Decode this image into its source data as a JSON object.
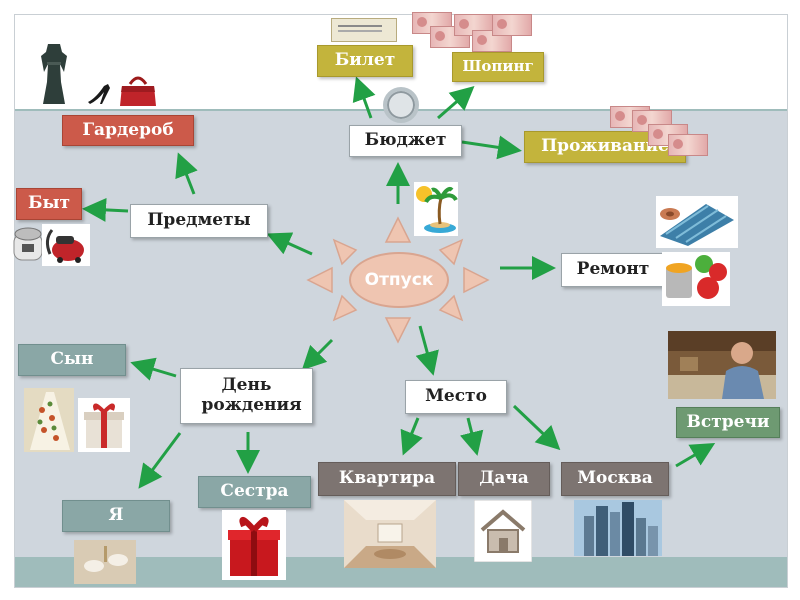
{
  "center": {
    "label": "Отпуск"
  },
  "top": {
    "ticket_label": "Билет",
    "shopping_label": "Шопинг",
    "budget_label": "Бюджет",
    "accommodation_label": "Проживание"
  },
  "left": {
    "wardrobe_label": "Гардероб",
    "household_label": "Быт",
    "items_label": "Предметы"
  },
  "right": {
    "repair_label": "Ремонт",
    "meetings_label": "Встречи"
  },
  "bottom": {
    "son_label": "Сын",
    "birthday_label": "День рождения",
    "sister_label": "Сестра",
    "me_label": "Я",
    "place_label": "Место",
    "apartment_label": "Квартира",
    "dacha_label": "Дача",
    "moscow_label": "Москва"
  },
  "colors": {
    "arrow": "#22a045",
    "olive": "#c3b43c",
    "red": "#cc5a4a",
    "gray_box": "#7d7471",
    "teal": "#8aa7a6",
    "green": "#6e9a72",
    "sun": "#efc5b1"
  },
  "icons": [
    "dress-icon",
    "heels-icon",
    "handbag-icon",
    "multicooker-icon",
    "vacuum-cleaner-icon",
    "palm-island-icon",
    "wallpaper-rolls-icon",
    "paint-cans-icon",
    "banquet-table-icon",
    "gift-box-icon",
    "house-icon",
    "moscow-city-icon",
    "man-photo-icon",
    "ticket-icon",
    "banknotes-icon",
    "room-interior-icon",
    "table-setting-icon"
  ]
}
